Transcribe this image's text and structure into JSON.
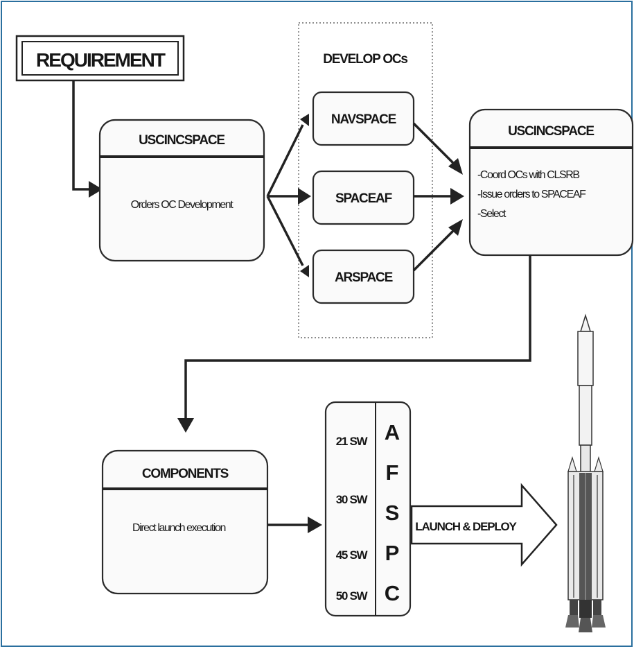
{
  "requirement": {
    "label": "REQUIREMENT"
  },
  "uscincspace_left": {
    "title": "USCINCSPACE",
    "body": "Orders OC Development"
  },
  "develop_ocs": {
    "title": "DEVELOP OCs",
    "items": [
      {
        "label": "NAVSPACE"
      },
      {
        "label": "SPACEAF"
      },
      {
        "label": "ARSPACE"
      }
    ]
  },
  "uscincspace_right": {
    "title": "USCINCSPACE",
    "lines": [
      "-Coord OCs with CLSRB",
      "-Issue orders to SPACEAF",
      "-Select"
    ]
  },
  "components": {
    "title": "COMPONENTS",
    "body": "Direct launch execution"
  },
  "afspc": {
    "wings": [
      "21 SW",
      "30 SW",
      "45 SW",
      "50 SW"
    ],
    "letters": [
      "A",
      "F",
      "S",
      "P",
      "C"
    ]
  },
  "launch_arrow": {
    "label": "LAUNCH & DEPLOY"
  },
  "colors": {
    "ink": "#222222",
    "frame": "#2a6f9e",
    "paper": "#ffffff"
  }
}
